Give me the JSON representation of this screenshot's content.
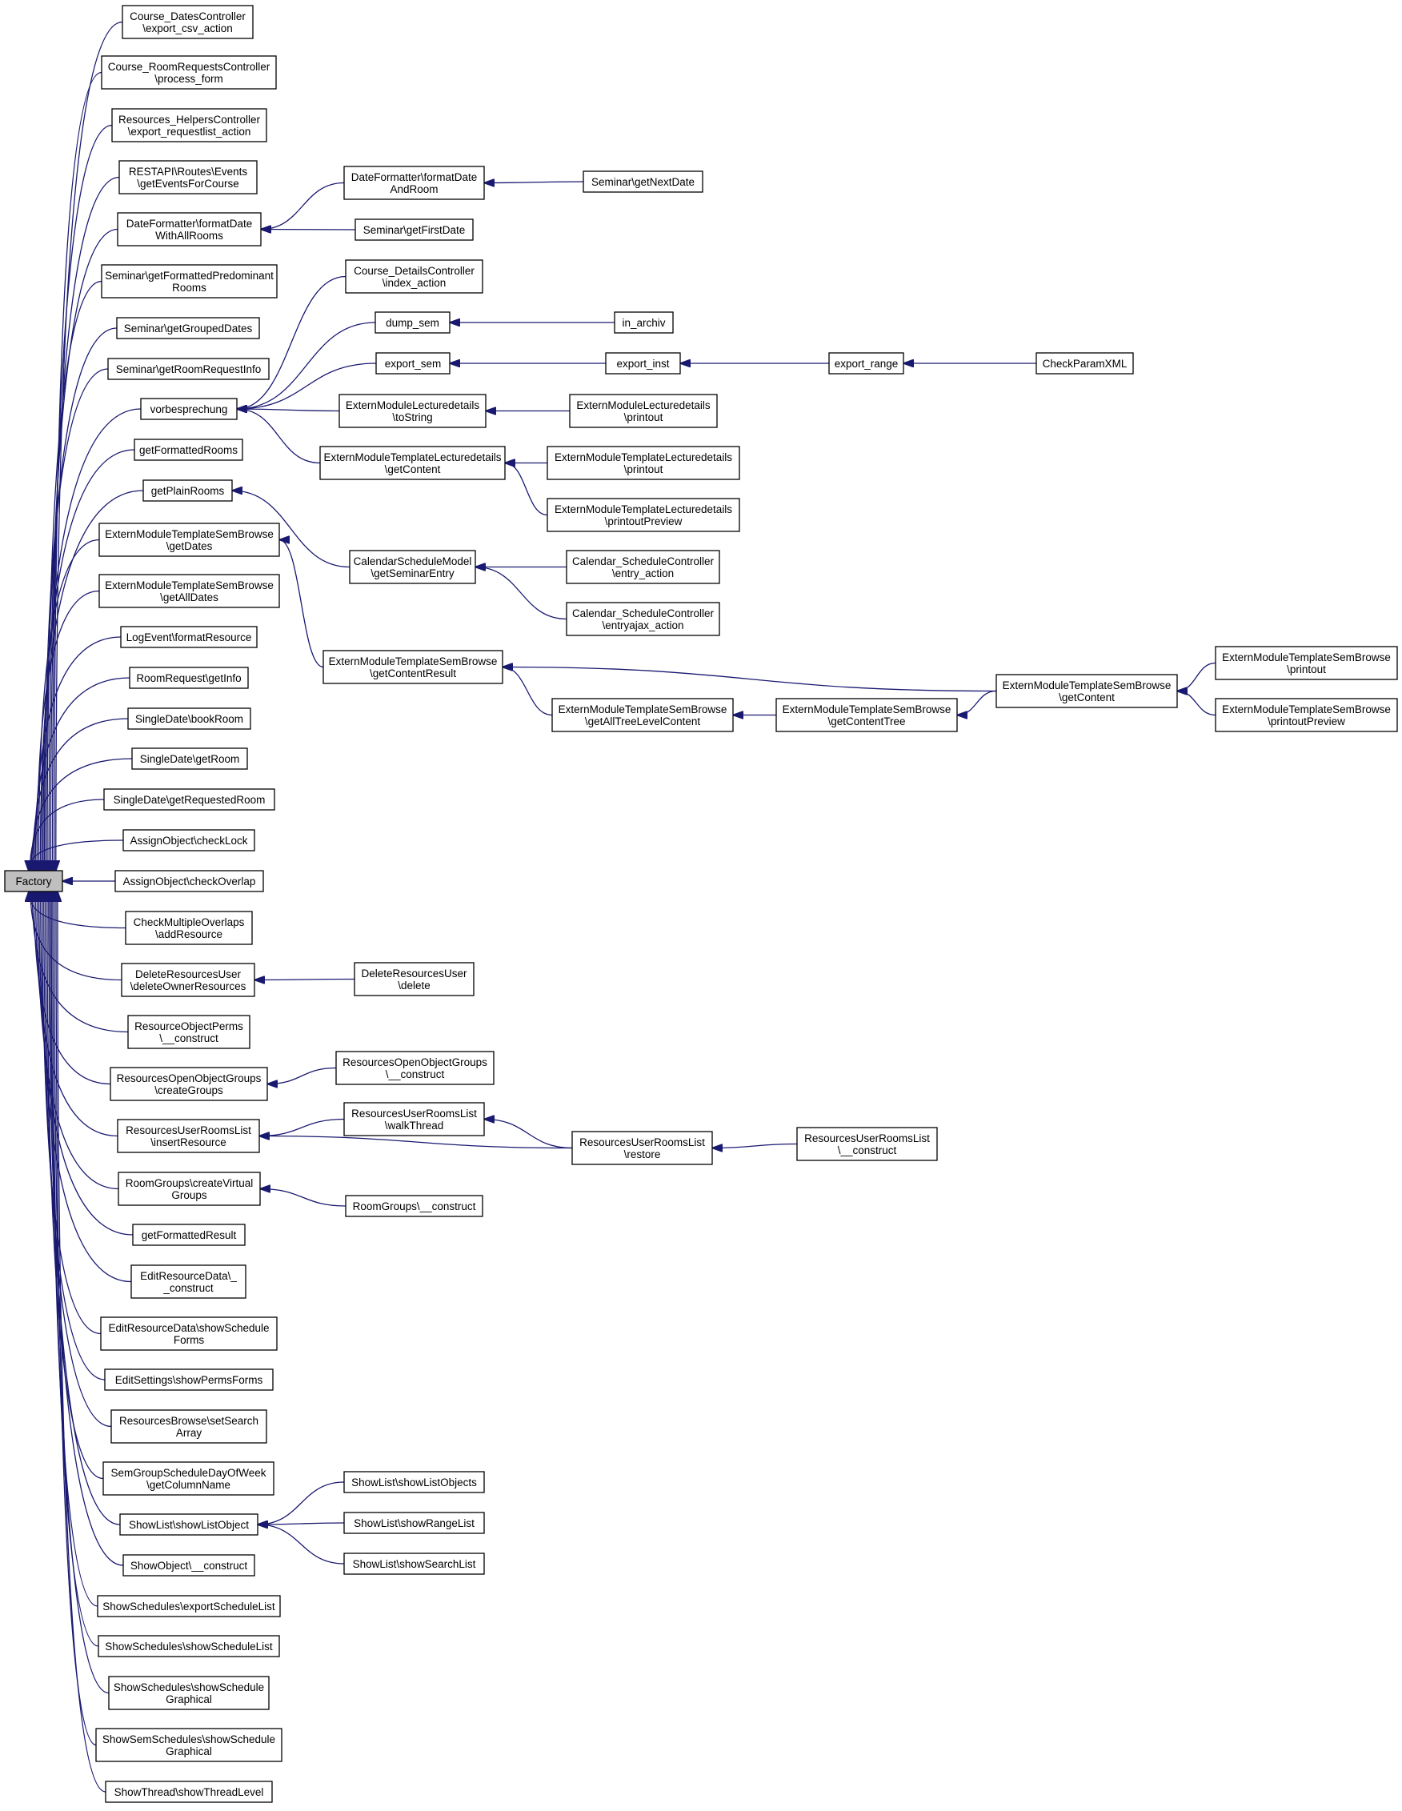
{
  "colors": {
    "edge": "#191970",
    "root_fill": "#bfbfbf",
    "node_fill": "#ffffff",
    "node_border": "#000000"
  },
  "nodes": [
    {
      "id": "factory",
      "lines": [
        "Factory"
      ],
      "root": true
    },
    {
      "id": "n01",
      "lines": [
        "Course_DatesController",
        "\\export_csv_action"
      ]
    },
    {
      "id": "n02",
      "lines": [
        "Course_RoomRequestsController",
        "\\process_form"
      ]
    },
    {
      "id": "n03",
      "lines": [
        "Resources_HelpersController",
        "\\export_requestlist_action"
      ]
    },
    {
      "id": "n04",
      "lines": [
        "RESTAPI\\Routes\\Events",
        "\\getEventsForCourse"
      ]
    },
    {
      "id": "n05",
      "lines": [
        "DateFormatter\\formatDate",
        "WithAllRooms"
      ]
    },
    {
      "id": "n06",
      "lines": [
        "Seminar\\getFormattedPredominant",
        "Rooms"
      ]
    },
    {
      "id": "n07",
      "lines": [
        "Seminar\\getGroupedDates"
      ]
    },
    {
      "id": "n08",
      "lines": [
        "Seminar\\getRoomRequestInfo"
      ]
    },
    {
      "id": "n09",
      "lines": [
        "vorbesprechung"
      ]
    },
    {
      "id": "n10",
      "lines": [
        "getFormattedRooms"
      ]
    },
    {
      "id": "n11",
      "lines": [
        "getPlainRooms"
      ]
    },
    {
      "id": "n12",
      "lines": [
        "ExternModuleTemplateSemBrowse",
        "\\getDates"
      ]
    },
    {
      "id": "n13",
      "lines": [
        "ExternModuleTemplateSemBrowse",
        "\\getAllDates"
      ]
    },
    {
      "id": "n14",
      "lines": [
        "LogEvent\\formatResource"
      ]
    },
    {
      "id": "n15",
      "lines": [
        "RoomRequest\\getInfo"
      ]
    },
    {
      "id": "n16",
      "lines": [
        "SingleDate\\bookRoom"
      ]
    },
    {
      "id": "n17",
      "lines": [
        "SingleDate\\getRoom"
      ]
    },
    {
      "id": "n18",
      "lines": [
        "SingleDate\\getRequestedRoom"
      ]
    },
    {
      "id": "n19",
      "lines": [
        "AssignObject\\checkLock"
      ]
    },
    {
      "id": "n20",
      "lines": [
        "AssignObject\\checkOverlap"
      ]
    },
    {
      "id": "n21",
      "lines": [
        "CheckMultipleOverlaps",
        "\\addResource"
      ]
    },
    {
      "id": "n22",
      "lines": [
        "DeleteResourcesUser",
        "\\deleteOwnerResources"
      ]
    },
    {
      "id": "n23",
      "lines": [
        "ResourceObjectPerms",
        "\\__construct"
      ]
    },
    {
      "id": "n24",
      "lines": [
        "ResourcesOpenObjectGroups",
        "\\createGroups"
      ]
    },
    {
      "id": "n25",
      "lines": [
        "ResourcesUserRoomsList",
        "\\insertResource"
      ]
    },
    {
      "id": "n26",
      "lines": [
        "RoomGroups\\createVirtual",
        "Groups"
      ]
    },
    {
      "id": "n27",
      "lines": [
        "getFormattedResult"
      ]
    },
    {
      "id": "n28",
      "lines": [
        "EditResourceData\\_",
        "_construct"
      ]
    },
    {
      "id": "n29",
      "lines": [
        "EditResourceData\\showSchedule",
        "Forms"
      ]
    },
    {
      "id": "n30",
      "lines": [
        "EditSettings\\showPermsForms"
      ]
    },
    {
      "id": "n31",
      "lines": [
        "ResourcesBrowse\\setSearch",
        "Array"
      ]
    },
    {
      "id": "n32",
      "lines": [
        "SemGroupScheduleDayOfWeek",
        "\\getColumnName"
      ]
    },
    {
      "id": "n33",
      "lines": [
        "ShowList\\showListObject"
      ]
    },
    {
      "id": "n34",
      "lines": [
        "ShowObject\\__construct"
      ]
    },
    {
      "id": "n35",
      "lines": [
        "ShowSchedules\\exportScheduleList"
      ]
    },
    {
      "id": "n36",
      "lines": [
        "ShowSchedules\\showScheduleList"
      ]
    },
    {
      "id": "n37",
      "lines": [
        "ShowSchedules\\showSchedule",
        "Graphical"
      ]
    },
    {
      "id": "n38",
      "lines": [
        "ShowSemSchedules\\showSchedule",
        "Graphical"
      ]
    },
    {
      "id": "n39",
      "lines": [
        "ShowThread\\showThreadLevel"
      ]
    },
    {
      "id": "m01",
      "lines": [
        "DateFormatter\\formatDate",
        "AndRoom"
      ]
    },
    {
      "id": "m02",
      "lines": [
        "Seminar\\getNextDate"
      ]
    },
    {
      "id": "m03",
      "lines": [
        "Seminar\\getFirstDate"
      ]
    },
    {
      "id": "m04",
      "lines": [
        "Course_DetailsController",
        "\\index_action"
      ]
    },
    {
      "id": "m05",
      "lines": [
        "dump_sem"
      ]
    },
    {
      "id": "m06",
      "lines": [
        "in_archiv"
      ]
    },
    {
      "id": "m07",
      "lines": [
        "export_sem"
      ]
    },
    {
      "id": "m08",
      "lines": [
        "export_inst"
      ]
    },
    {
      "id": "m09",
      "lines": [
        "export_range"
      ]
    },
    {
      "id": "m10",
      "lines": [
        "CheckParamXML"
      ]
    },
    {
      "id": "m11",
      "lines": [
        "ExternModuleLecturedetails",
        "\\toString"
      ]
    },
    {
      "id": "m12",
      "lines": [
        "ExternModuleLecturedetails",
        "\\printout"
      ]
    },
    {
      "id": "m13",
      "lines": [
        "ExternModuleTemplateLecturedetails",
        "\\getContent"
      ]
    },
    {
      "id": "m14",
      "lines": [
        "ExternModuleTemplateLecturedetails",
        "\\printout"
      ]
    },
    {
      "id": "m15",
      "lines": [
        "ExternModuleTemplateLecturedetails",
        "\\printoutPreview"
      ]
    },
    {
      "id": "m16",
      "lines": [
        "CalendarScheduleModel",
        "\\getSeminarEntry"
      ]
    },
    {
      "id": "m17",
      "lines": [
        "Calendar_ScheduleController",
        "\\entry_action"
      ]
    },
    {
      "id": "m18",
      "lines": [
        "Calendar_ScheduleController",
        "\\entryajax_action"
      ]
    },
    {
      "id": "m19",
      "lines": [
        "ExternModuleTemplateSemBrowse",
        "\\getContentResult"
      ]
    },
    {
      "id": "m20",
      "lines": [
        "ExternModuleTemplateSemBrowse",
        "\\getAllTreeLevelContent"
      ]
    },
    {
      "id": "m21",
      "lines": [
        "ExternModuleTemplateSemBrowse",
        "\\getContentTree"
      ]
    },
    {
      "id": "m22",
      "lines": [
        "ExternModuleTemplateSemBrowse",
        "\\getContent"
      ]
    },
    {
      "id": "m23",
      "lines": [
        "ExternModuleTemplateSemBrowse",
        "\\printout"
      ]
    },
    {
      "id": "m24",
      "lines": [
        "ExternModuleTemplateSemBrowse",
        "\\printoutPreview"
      ]
    },
    {
      "id": "m25",
      "lines": [
        "DeleteResourcesUser",
        "\\delete"
      ]
    },
    {
      "id": "m26",
      "lines": [
        "ResourcesOpenObjectGroups",
        "\\__construct"
      ]
    },
    {
      "id": "m27",
      "lines": [
        "ResourcesUserRoomsList",
        "\\walkThread"
      ]
    },
    {
      "id": "m28",
      "lines": [
        "ResourcesUserRoomsList",
        "\\restore"
      ]
    },
    {
      "id": "m29",
      "lines": [
        "ResourcesUserRoomsList",
        "\\__construct"
      ]
    },
    {
      "id": "m30",
      "lines": [
        "RoomGroups\\__construct"
      ]
    },
    {
      "id": "m31",
      "lines": [
        "ShowList\\showListObjects"
      ]
    },
    {
      "id": "m32",
      "lines": [
        "ShowList\\showRangeList"
      ]
    },
    {
      "id": "m33",
      "lines": [
        "ShowList\\showSearchList"
      ]
    }
  ],
  "edges": [
    [
      "n01",
      "factory"
    ],
    [
      "n02",
      "factory"
    ],
    [
      "n03",
      "factory"
    ],
    [
      "n04",
      "factory"
    ],
    [
      "n05",
      "factory"
    ],
    [
      "n06",
      "factory"
    ],
    [
      "n07",
      "factory"
    ],
    [
      "n08",
      "factory"
    ],
    [
      "n09",
      "factory"
    ],
    [
      "n10",
      "factory"
    ],
    [
      "n11",
      "factory"
    ],
    [
      "n12",
      "factory"
    ],
    [
      "n13",
      "factory"
    ],
    [
      "n14",
      "factory"
    ],
    [
      "n15",
      "factory"
    ],
    [
      "n16",
      "factory"
    ],
    [
      "n17",
      "factory"
    ],
    [
      "n18",
      "factory"
    ],
    [
      "n19",
      "factory"
    ],
    [
      "n20",
      "factory"
    ],
    [
      "n21",
      "factory"
    ],
    [
      "n22",
      "factory"
    ],
    [
      "n23",
      "factory"
    ],
    [
      "n24",
      "factory"
    ],
    [
      "n25",
      "factory"
    ],
    [
      "n26",
      "factory"
    ],
    [
      "n27",
      "factory"
    ],
    [
      "n28",
      "factory"
    ],
    [
      "n29",
      "factory"
    ],
    [
      "n30",
      "factory"
    ],
    [
      "n31",
      "factory"
    ],
    [
      "n32",
      "factory"
    ],
    [
      "n33",
      "factory"
    ],
    [
      "n34",
      "factory"
    ],
    [
      "n35",
      "factory"
    ],
    [
      "n36",
      "factory"
    ],
    [
      "n37",
      "factory"
    ],
    [
      "n38",
      "factory"
    ],
    [
      "n39",
      "factory"
    ],
    [
      "m01",
      "n05"
    ],
    [
      "m02",
      "m01"
    ],
    [
      "m03",
      "n05"
    ],
    [
      "m04",
      "n09"
    ],
    [
      "m05",
      "n09"
    ],
    [
      "m06",
      "m05"
    ],
    [
      "m07",
      "n09"
    ],
    [
      "m08",
      "m07"
    ],
    [
      "m09",
      "m08"
    ],
    [
      "m10",
      "m09"
    ],
    [
      "m11",
      "n09"
    ],
    [
      "m12",
      "m11"
    ],
    [
      "m13",
      "n09"
    ],
    [
      "m14",
      "m13"
    ],
    [
      "m15",
      "m13"
    ],
    [
      "m16",
      "n11"
    ],
    [
      "m17",
      "m16"
    ],
    [
      "m18",
      "m16"
    ],
    [
      "m19",
      "n12"
    ],
    [
      "m20",
      "m19"
    ],
    [
      "m21",
      "m20"
    ],
    [
      "m22",
      "m21"
    ],
    [
      "m22",
      "m19"
    ],
    [
      "m23",
      "m22"
    ],
    [
      "m24",
      "m22"
    ],
    [
      "m25",
      "n22"
    ],
    [
      "m26",
      "n24"
    ],
    [
      "m27",
      "n25"
    ],
    [
      "m28",
      "n25"
    ],
    [
      "m28",
      "m27"
    ],
    [
      "m29",
      "m28"
    ],
    [
      "m30",
      "n26"
    ],
    [
      "m31",
      "n33"
    ],
    [
      "m32",
      "n33"
    ],
    [
      "m33",
      "n33"
    ]
  ]
}
